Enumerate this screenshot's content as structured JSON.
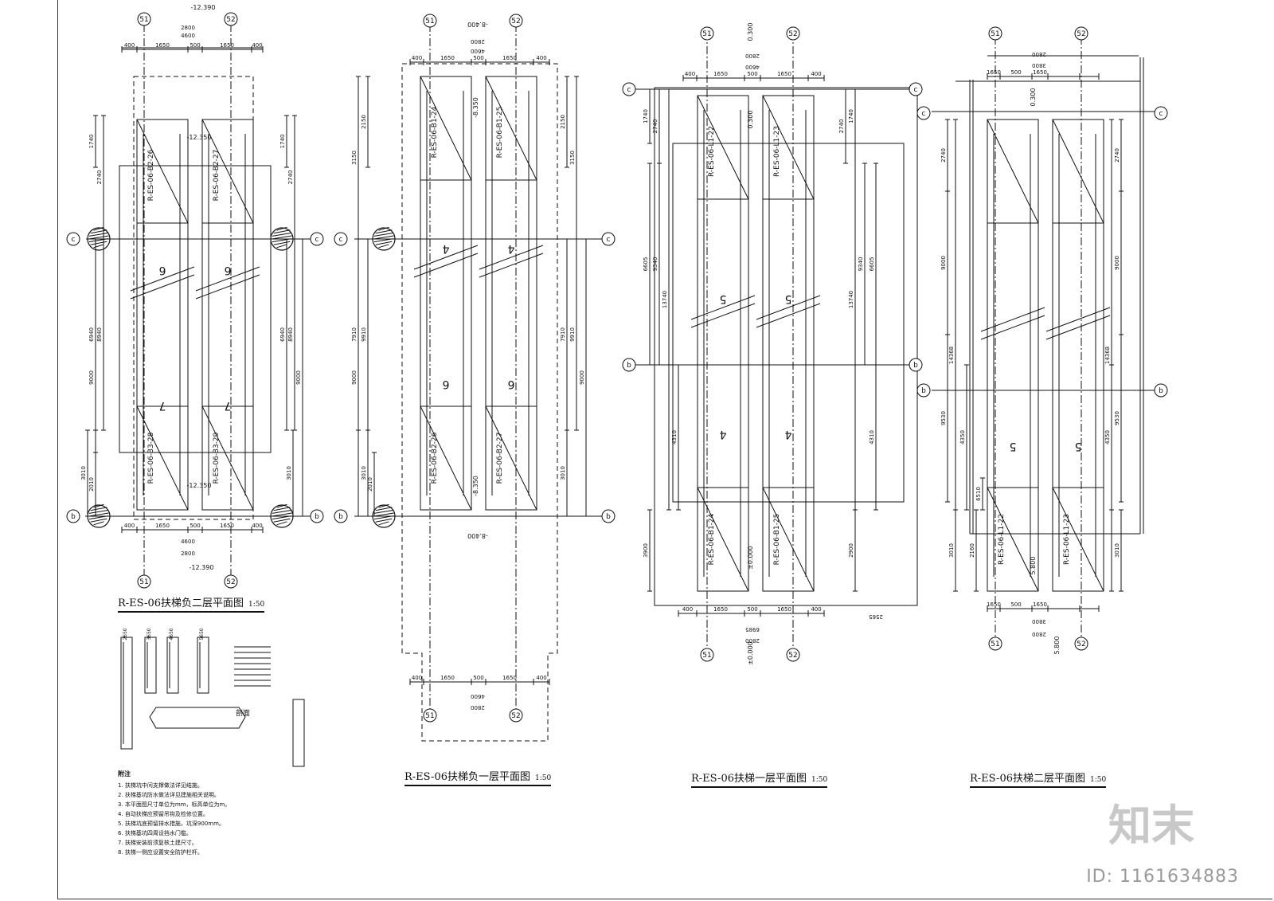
{
  "plans": [
    {
      "title": "R-ES-06扶梯负二层平面图",
      "scale": "1:50"
    },
    {
      "title": "R-ES-06扶梯负一层平面图",
      "scale": "1:50"
    },
    {
      "title": "R-ES-06扶梯一层平面图",
      "scale": "1:50"
    },
    {
      "title": "R-ES-06扶梯二层平面图",
      "scale": "1:50"
    }
  ],
  "axes": {
    "a51": "51",
    "a52": "52",
    "ab": "b",
    "ac": "c"
  },
  "levels": {
    "p1": "-12.390",
    "p1b": "-12.350",
    "p2": "-8.400",
    "p2b": "-8.350",
    "p3": "0.300",
    "p3b": "±0.000",
    "p4": "0.300",
    "p4b": "5.800"
  },
  "tags": {
    "p1": [
      "R-ES-06-B2-26",
      "R-ES-06-B2-27",
      "R-ES-06-B3-28",
      "R-ES-06-B3-29"
    ],
    "p2": [
      "R-ES-06-B1-24",
      "R-ES-06-B1-25",
      "R-ES-06-B2-26",
      "R-ES-06-B2-27"
    ],
    "p3": [
      "R-ES-06-L1-22",
      "R-ES-06-L1-23",
      "R-ES-06-B1-24",
      "R-ES-06-B1-25"
    ],
    "p4": [
      "R-ES-06-L1-22",
      "R-ES-06-L1-23"
    ]
  },
  "dims": {
    "top1": [
      "400",
      "1650",
      "500",
      "1650",
      "400"
    ],
    "w4600": "4600",
    "w2800": "2800",
    "w3800": "3800",
    "v1": [
      "1740",
      "2740",
      "6940",
      "8940",
      "9000",
      "3010",
      "2010"
    ],
    "v2": [
      "3150",
      "2150",
      "7910",
      "9910",
      "9000",
      "3010",
      "2010"
    ],
    "v3": [
      "1740",
      "2740",
      "6605",
      "9340",
      "13740",
      "4310",
      "3900",
      "2900"
    ],
    "v4": [
      "2740",
      "9000",
      "14368",
      "9530",
      "4350",
      "3010",
      "2160",
      "6510"
    ],
    "w6985": "6985",
    "w2565": "2565"
  },
  "notes": {
    "heading": "附注",
    "lines": [
      "1. 扶梯坑中间支撑做法详见结施。",
      "2. 扶梯基坑防水做法详见建施相关说明。",
      "3. 本平面图尺寸单位为mm，标高单位为m。",
      "4. 自动扶梯应预留吊钩及检修位置。",
      "5. 扶梯坑底预留排水措施，坑深900mm。",
      "6. 扶梯基坑四周设挡水门槛。",
      "7. 扶梯安装前须复核土建尺寸。",
      "8. 扶梯一侧应设置安全防护栏杆。"
    ]
  },
  "legend": {
    "label": "剖面",
    "marks": [
      "2650",
      "3650",
      "4650",
      "5650"
    ]
  },
  "watermark": {
    "id": "ID: 1161634883",
    "logo": "知末"
  }
}
